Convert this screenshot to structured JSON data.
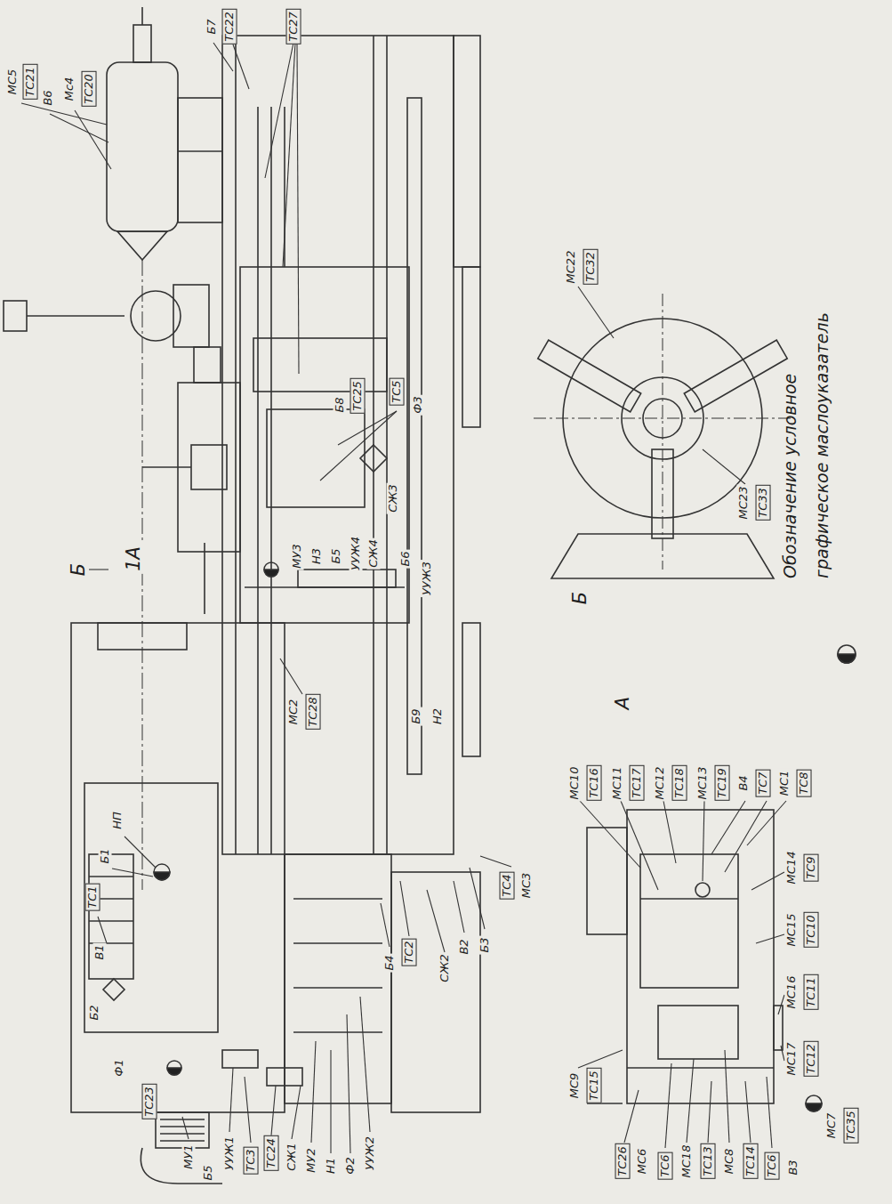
{
  "diagram": {
    "labels": [
      "МС5",
      "ТС21",
      "В6",
      "Мс4",
      "ТС20",
      "Б7",
      "ТС22",
      "ТС27",
      "Б",
      "1А",
      "Б8",
      "ТС25",
      "ТС5",
      "Ф3",
      "МУ3",
      "Н3",
      "Б5",
      "УУЖ4",
      "СЖ4",
      "СЖ3",
      "Б6",
      "УУЖ3",
      "МС2",
      "ТС28",
      "Б9",
      "Н2",
      "НП",
      "Б1",
      "ТС1",
      "В1",
      "Б2",
      "Ф1",
      "ТС23",
      "МУ1",
      "Б5",
      "УУЖ1",
      "ТС3",
      "ТС24",
      "СЖ1",
      "МУ2",
      "Н1",
      "Ф2",
      "УУЖ2",
      "Б4",
      "ТС2",
      "СЖ2",
      "В2",
      "Б3",
      "ТС4",
      "МС3",
      "МС22",
      "ТС32",
      "Б",
      "МС23",
      "ТС33",
      "А",
      "МС10",
      "ТС16",
      "МС11",
      "ТС17",
      "МС12",
      "ТС18",
      "МС13",
      "ТС19",
      "В4",
      "ТС7",
      "МС1",
      "ТС8",
      "МС14",
      "ТС9",
      "МС15",
      "ТС10",
      "МС16",
      "ТС11",
      "МС17",
      "ТС12",
      "МС7",
      "ТС35",
      "МС9",
      "ТС15",
      "ТС26",
      "МС6",
      "ТС6",
      "МС18",
      "ТС13",
      "МС8",
      "ТС14",
      "ТС6",
      "В3"
    ],
    "legend": [
      {
        "text": "Обозначение условное графическое маслоуказатель"
      }
    ]
  }
}
